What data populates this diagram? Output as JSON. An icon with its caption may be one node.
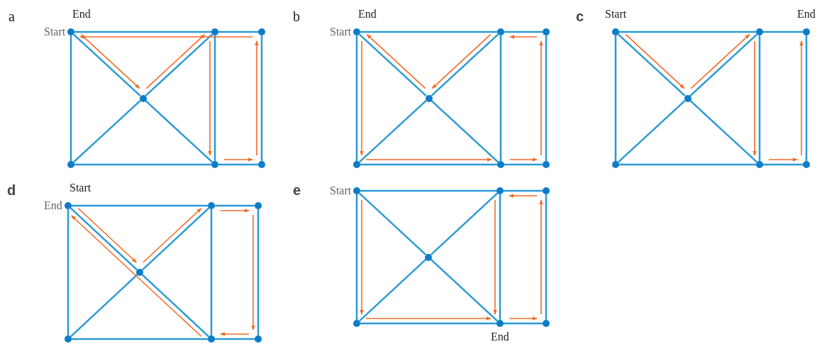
{
  "diagram": {
    "nodes": [
      {
        "text": [],
        "shape": "circle",
        "beside": [
          "End",
          "Start"
        ]
      },
      {
        "text": [],
        "shape": "circle"
      },
      {
        "text": [],
        "shape": "circle"
      },
      {
        "text": [],
        "shape": "circle"
      },
      {
        "text": [],
        "shape": "circle"
      },
      {
        "text": [],
        "shape": "circle"
      },
      {
        "text": [],
        "shape": "circle"
      },
      {
        "text": [],
        "shape": "circle",
        "beside": [
          "End",
          "Start"
        ]
      },
      {
        "text": [],
        "shape": "circle"
      },
      {
        "text": [],
        "shape": "circle"
      },
      {
        "text": [],
        "shape": "circle"
      },
      {
        "text": [],
        "shape": "circle"
      },
      {
        "text": [],
        "shape": "circle"
      },
      {
        "text": [],
        "shape": "circle"
      },
      {
        "text": [],
        "shape": "circle",
        "beside": [
          "Start"
        ]
      },
      {
        "text": [],
        "shape": "circle"
      },
      {
        "text": [],
        "shape": "circle",
        "beside": [
          "End"
        ]
      },
      {
        "text": [],
        "shape": "circle"
      },
      {
        "text": [],
        "shape": "circle"
      },
      {
        "text": [],
        "shape": "circle"
      },
      {
        "text": [],
        "shape": "circle"
      },
      {
        "text": [],
        "shape": "circle",
        "beside": [
          "Start",
          "End"
        ]
      },
      {
        "text": [],
        "shape": "circle"
      },
      {
        "text": [],
        "shape": "circle"
      },
      {
        "text": [],
        "shape": "circle"
      },
      {
        "text": [],
        "shape": "circle"
      },
      {
        "text": [],
        "shape": "circle"
      },
      {
        "text": [],
        "shape": "circle"
      },
      {
        "text": [],
        "shape": "circle",
        "beside": [
          "Start"
        ]
      },
      {
        "text": [],
        "shape": "circle"
      },
      {
        "text": [],
        "shape": "circle"
      },
      {
        "text": [],
        "shape": "circle"
      },
      {
        "text": [],
        "shape": "circle"
      },
      {
        "text": [],
        "shape": "circle",
        "beside": [
          "End"
        ]
      },
      {
        "text": [],
        "shape": "circle"
      }
    ],
    "edges": [
      {
        "from": 0,
        "to": 1,
        "arrow": "none"
      },
      {
        "from": 1,
        "to": 2,
        "arrow": "none"
      },
      {
        "from": 0,
        "to": 3,
        "arrow": "none"
      },
      {
        "from": 1,
        "to": 3,
        "arrow": "none"
      },
      {
        "from": 1,
        "to": 5,
        "arrow": "none"
      },
      {
        "from": 2,
        "to": 6,
        "arrow": "none"
      },
      {
        "from": 3,
        "to": 4,
        "arrow": "none"
      },
      {
        "from": 3,
        "to": 5,
        "arrow": "none"
      },
      {
        "from": 4,
        "to": 5,
        "arrow": "none"
      },
      {
        "from": 5,
        "to": 6,
        "arrow": "none"
      },
      {
        "from": 0,
        "to": 4,
        "arrow": "none"
      },
      {
        "from": 0,
        "to": 3,
        "arrow": "to",
        "color": "#f26b2a"
      },
      {
        "from": 3,
        "to": 1,
        "arrow": "to",
        "color": "#f26b2a"
      },
      {
        "from": 1,
        "to": 5,
        "arrow": "to",
        "color": "#f26b2a"
      },
      {
        "from": 5,
        "to": 6,
        "arrow": "to",
        "color": "#f26b2a"
      },
      {
        "from": 6,
        "to": 2,
        "arrow": "to",
        "color": "#f26b2a"
      },
      {
        "from": 2,
        "to": 0,
        "arrow": "to",
        "color": "#f26b2a"
      },
      {
        "from": 7,
        "to": 8,
        "arrow": "none"
      },
      {
        "from": 8,
        "to": 9,
        "arrow": "none"
      },
      {
        "from": 7,
        "to": 10,
        "arrow": "none"
      },
      {
        "from": 8,
        "to": 10,
        "arrow": "none"
      },
      {
        "from": 8,
        "to": 12,
        "arrow": "none"
      },
      {
        "from": 9,
        "to": 13,
        "arrow": "none"
      },
      {
        "from": 10,
        "to": 11,
        "arrow": "none"
      },
      {
        "from": 10,
        "to": 12,
        "arrow": "none"
      },
      {
        "from": 11,
        "to": 12,
        "arrow": "none"
      },
      {
        "from": 12,
        "to": 13,
        "arrow": "none"
      },
      {
        "from": 7,
        "to": 11,
        "arrow": "none"
      },
      {
        "from": 7,
        "to": 11,
        "arrow": "to",
        "color": "#f26b2a"
      },
      {
        "from": 11,
        "to": 12,
        "arrow": "to",
        "color": "#f26b2a"
      },
      {
        "from": 12,
        "to": 13,
        "arrow": "to",
        "color": "#f26b2a"
      },
      {
        "from": 13,
        "to": 9,
        "arrow": "to",
        "color": "#f26b2a"
      },
      {
        "from": 9,
        "to": 8,
        "arrow": "to",
        "color": "#f26b2a"
      },
      {
        "from": 8,
        "to": 10,
        "arrow": "to",
        "color": "#f26b2a"
      },
      {
        "from": 10,
        "to": 7,
        "arrow": "to",
        "color": "#f26b2a"
      },
      {
        "from": 14,
        "to": 15,
        "arrow": "none"
      },
      {
        "from": 15,
        "to": 16,
        "arrow": "none"
      },
      {
        "from": 14,
        "to": 17,
        "arrow": "none"
      },
      {
        "from": 15,
        "to": 17,
        "arrow": "none"
      },
      {
        "from": 15,
        "to": 19,
        "arrow": "none"
      },
      {
        "from": 16,
        "to": 20,
        "arrow": "none"
      },
      {
        "from": 17,
        "to": 18,
        "arrow": "none"
      },
      {
        "from": 17,
        "to": 19,
        "arrow": "none"
      },
      {
        "from": 18,
        "to": 19,
        "arrow": "none"
      },
      {
        "from": 19,
        "to": 20,
        "arrow": "none"
      },
      {
        "from": 14,
        "to": 18,
        "arrow": "none"
      },
      {
        "from": 14,
        "to": 17,
        "arrow": "to",
        "color": "#f26b2a"
      },
      {
        "from": 17,
        "to": 15,
        "arrow": "to",
        "color": "#f26b2a"
      },
      {
        "from": 15,
        "to": 19,
        "arrow": "to",
        "color": "#f26b2a"
      },
      {
        "from": 19,
        "to": 20,
        "arrow": "to",
        "color": "#f26b2a"
      },
      {
        "from": 20,
        "to": 16,
        "arrow": "to",
        "color": "#f26b2a"
      },
      {
        "from": 21,
        "to": 22,
        "arrow": "none"
      },
      {
        "from": 22,
        "to": 23,
        "arrow": "none"
      },
      {
        "from": 21,
        "to": 24,
        "arrow": "none"
      },
      {
        "from": 22,
        "to": 24,
        "arrow": "none"
      },
      {
        "from": 22,
        "to": 26,
        "arrow": "none"
      },
      {
        "from": 23,
        "to": 27,
        "arrow": "none"
      },
      {
        "from": 24,
        "to": 25,
        "arrow": "none"
      },
      {
        "from": 24,
        "to": 26,
        "arrow": "none"
      },
      {
        "from": 25,
        "to": 26,
        "arrow": "none"
      },
      {
        "from": 26,
        "to": 27,
        "arrow": "none"
      },
      {
        "from": 21,
        "to": 25,
        "arrow": "none"
      },
      {
        "from": 21,
        "to": 24,
        "arrow": "to",
        "color": "#f26b2a"
      },
      {
        "from": 24,
        "to": 22,
        "arrow": "to",
        "color": "#f26b2a"
      },
      {
        "from": 22,
        "to": 23,
        "arrow": "to",
        "color": "#f26b2a"
      },
      {
        "from": 23,
        "to": 27,
        "arrow": "to",
        "color": "#f26b2a"
      },
      {
        "from": 27,
        "to": 26,
        "arrow": "to",
        "color": "#f26b2a"
      },
      {
        "from": 26,
        "to": 21,
        "arrow": "to",
        "color": "#f26b2a"
      },
      {
        "from": 28,
        "to": 29,
        "arrow": "none"
      },
      {
        "from": 29,
        "to": 30,
        "arrow": "none"
      },
      {
        "from": 28,
        "to": 31,
        "arrow": "none"
      },
      {
        "from": 29,
        "to": 31,
        "arrow": "none"
      },
      {
        "from": 29,
        "to": 33,
        "arrow": "none"
      },
      {
        "from": 30,
        "to": 34,
        "arrow": "none"
      },
      {
        "from": 31,
        "to": 32,
        "arrow": "none"
      },
      {
        "from": 31,
        "to": 33,
        "arrow": "none"
      },
      {
        "from": 32,
        "to": 33,
        "arrow": "none"
      },
      {
        "from": 33,
        "to": 34,
        "arrow": "none"
      },
      {
        "from": 28,
        "to": 32,
        "arrow": "none"
      },
      {
        "from": 28,
        "to": 32,
        "arrow": "to",
        "color": "#f26b2a"
      },
      {
        "from": 32,
        "to": 33,
        "arrow": "to",
        "color": "#f26b2a"
      },
      {
        "from": 33,
        "to": 34,
        "arrow": "to",
        "color": "#f26b2a"
      },
      {
        "from": 34,
        "to": 30,
        "arrow": "to",
        "color": "#f26b2a"
      },
      {
        "from": 30,
        "to": 29,
        "arrow": "to",
        "color": "#f26b2a"
      },
      {
        "from": 29,
        "to": 33,
        "arrow": "to",
        "color": "#f26b2a"
      }
    ],
    "labels": [
      "a",
      "b",
      "c",
      "d",
      "e"
    ]
  }
}
